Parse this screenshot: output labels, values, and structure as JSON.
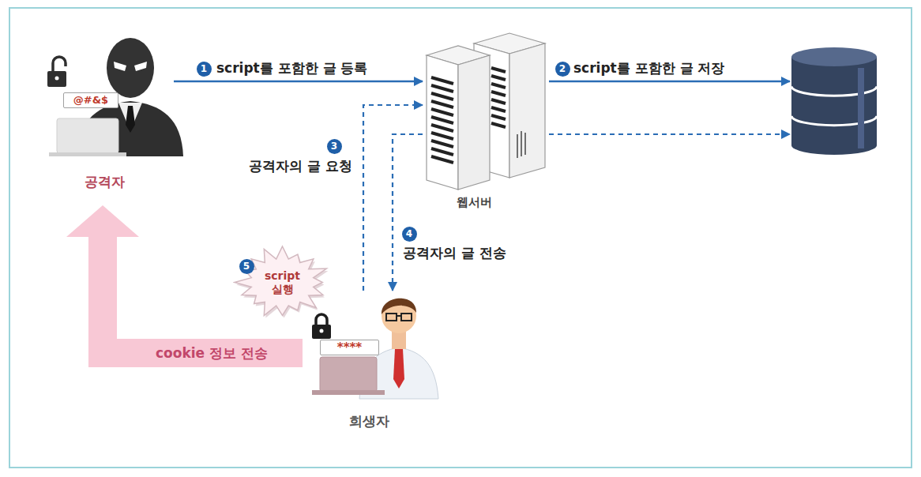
{
  "diagram": {
    "nodes": [
      {
        "text": [
          "공격자"
        ]
      },
      {
        "text": [
          "@#&$"
        ],
        "in": 0
      },
      {
        "text": [
          "웹서버"
        ]
      },
      {
        "text": []
      },
      {
        "text": [
          "script 실행"
        ]
      },
      {
        "text": [
          "희생자"
        ]
      },
      {
        "text": [
          "****"
        ],
        "in": 5
      }
    ],
    "edges": [
      {
        "from": 0,
        "to": 2,
        "arrow": "to",
        "label": "script를 포함한 글 등록"
      },
      {
        "from": 2,
        "to": 3,
        "arrow": "to",
        "label": "script를 포함한 글 저장"
      },
      {
        "from": 5,
        "to": 2,
        "arrow": "to",
        "label": "공격자의 글 요청"
      },
      {
        "from": 2,
        "to": 3,
        "arrow": "to"
      },
      {
        "from": 2,
        "to": 5,
        "arrow": "to",
        "label": "공격자의 글 전송"
      },
      {
        "from": 5,
        "to": 0,
        "arrow": "to",
        "label": "cookie 정보 전송"
      }
    ],
    "labels": [
      "1",
      "2",
      "3",
      "4",
      "5"
    ]
  }
}
